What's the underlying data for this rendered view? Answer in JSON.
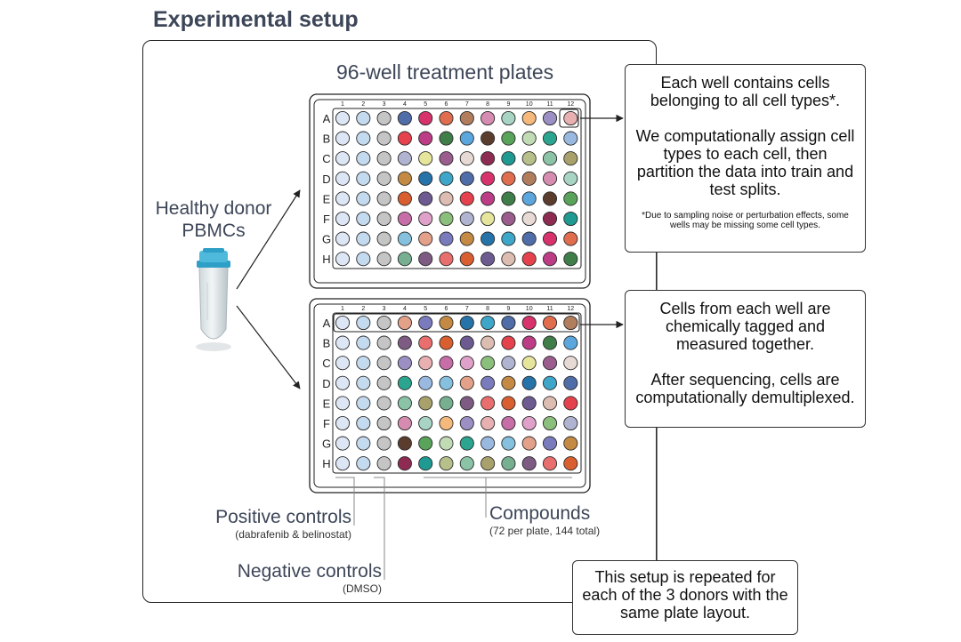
{
  "title": "Experimental setup",
  "plates_heading": "96-well treatment plates",
  "donor_label": "Healthy donor PBMCs",
  "callouts": {
    "top": {
      "para1": "Each well contains cells belonging to all cell types*.",
      "para2": "We computationally assign cell types to each cell, then partition the data into train and test splits.",
      "footnote": "*Due to sampling noise or perturbation effects, some wells may be missing some cell types."
    },
    "middle": {
      "para1": "Cells from each well are chemically tagged and measured together.",
      "para2": "After sequencing, cells are computationally demultiplexed."
    },
    "bottom": "This setup is repeated for each of the 3 donors with the same plate layout."
  },
  "annotations": {
    "positive": {
      "label": "Positive controls",
      "sub": "(dabrafenib & belinostat)"
    },
    "negative": {
      "label": "Negative controls",
      "sub": "(DMSO)"
    },
    "compounds": {
      "label": "Compounds",
      "sub": "(72 per plate, 144 total)"
    }
  },
  "plate": {
    "columns": [
      "1",
      "2",
      "3",
      "4",
      "5",
      "6",
      "7",
      "8",
      "9",
      "10",
      "11",
      "12"
    ],
    "rows": [
      "A",
      "B",
      "C",
      "D",
      "E",
      "F",
      "G",
      "H"
    ]
  },
  "colors": {
    "text_dark": "#3d4658",
    "positive_well": "#c4daef",
    "negative_well": "#c5c5c5",
    "compound_palette": [
      "#4f6da8",
      "#1f9a93",
      "#2ba58f",
      "#c76ea8",
      "#ddbdb1",
      "#d7326b",
      "#b7c08a",
      "#9ab9e1",
      "#dfa1c9",
      "#e5424d",
      "#e06d4d",
      "#8ac3a6",
      "#85c1de",
      "#8bbf7c",
      "#bd3c86",
      "#b27d5d",
      "#a9a16c",
      "#e3a189",
      "#b0b4d1",
      "#3f7e48",
      "#d68cb0",
      "#77af91",
      "#7a7bbd",
      "#e6e59c",
      "#5aa6dd",
      "#a7d4c3",
      "#7d5b83",
      "#c48a43",
      "#9a5d8e",
      "#5b3d2e",
      "#f4b97b",
      "#e86f6d",
      "#2573a8",
      "#e7dad4",
      "#59a35b",
      "#9b8fc4",
      "#d95f30",
      "#3ea6c8",
      "#8e2b53",
      "#c1dbb5",
      "#e8b0b1",
      "#6d5a91"
    ]
  }
}
